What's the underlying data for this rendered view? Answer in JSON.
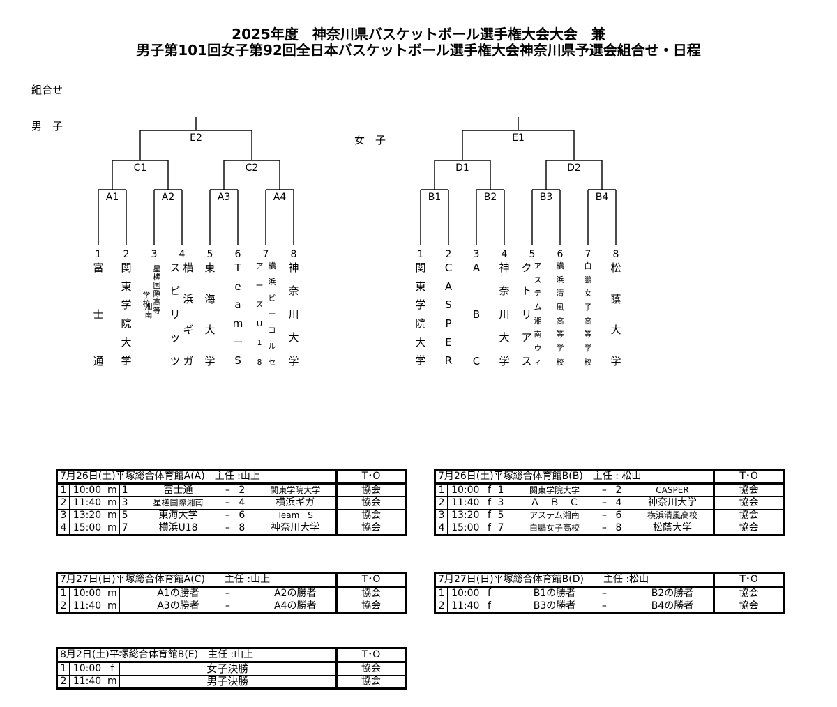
{
  "title_line1": "2025年度　神奈川県バスケットボール選手権大会大会　兼",
  "title_line2": "男子第101回女子第92回全日本バスケットボール選手権大会神奈川県予選会組合せ・日程",
  "section_label": "組合せ",
  "men_label": "男　子",
  "women_label": "女　子",
  "men_bracket": {
    "final": "E2",
    "semis": [
      "C1",
      "C2"
    ],
    "firsts": [
      "A1",
      "A2",
      "A3",
      "A4"
    ],
    "numbers": [
      "1",
      "2",
      "3",
      "4",
      "5",
      "6",
      "7",
      "8"
    ],
    "teams": [
      [
        "富",
        "士",
        "通"
      ],
      [
        "関",
        "東",
        "学",
        "院",
        "大",
        "学"
      ],
      [
        "星",
        "槎",
        "国",
        "際",
        "湘",
        "南",
        "高",
        "等",
        "学",
        "校"
      ],
      [
        "ス",
        "ピ",
        "リ",
        "ッ",
        "ツ"
      ],
      [
        "横",
        "浜",
        "ギ",
        "ガ"
      ],
      [
        "東",
        "海",
        "大",
        "学"
      ],
      [
        "T",
        "e",
        "a",
        "m",
        "ー",
        "S"
      ],
      [
        "ア",
        "ー",
        "ズ",
        "U",
        "1",
        "8"
      ],
      [
        "横",
        "浜",
        "ビ",
        "ー",
        "コ",
        "ル",
        "セ"
      ],
      [
        "神",
        "奈",
        "川",
        "大",
        "学"
      ]
    ]
  },
  "women_bracket": {
    "final": "E1",
    "semis": [
      "D1",
      "D2"
    ],
    "firsts": [
      "B1",
      "B2",
      "B3",
      "B4"
    ],
    "numbers": [
      "1",
      "2",
      "3",
      "4",
      "5",
      "6",
      "7",
      "8"
    ],
    "teams": [
      [
        "関",
        "東",
        "学",
        "院",
        "大",
        "学"
      ],
      [
        "C",
        "A",
        "S",
        "P",
        "E",
        "R"
      ],
      [
        "A",
        "B",
        "C"
      ],
      [
        "神",
        "奈",
        "川",
        "大",
        "学"
      ],
      [
        "ク",
        "ト",
        "リ",
        "ア",
        "ス"
      ],
      [
        "ア",
        "ス",
        "テ",
        "ム",
        "湘",
        "南",
        "ウ",
        "ィ"
      ],
      [
        "横",
        "浜",
        "清",
        "風",
        "高",
        "等",
        "学",
        "校"
      ],
      [
        "白",
        "鵬",
        "女",
        "子",
        "高",
        "等",
        "学",
        "校"
      ],
      [
        "松",
        "蔭",
        "大",
        "学"
      ]
    ]
  },
  "schedules": [
    {
      "header": "7月26日(土)平塚総合体育館A(A)　主任 :山上",
      "to_header": "T･O",
      "rows": [
        {
          "no": "1",
          "time": "10:00",
          "g": "m",
          "a": "1",
          "home": "富士通",
          "dash": "–",
          "b": "2",
          "away": "関東学院大学",
          "to": "協会"
        },
        {
          "no": "2",
          "time": "11:40",
          "g": "m",
          "a": "3",
          "home": "星槎国際湘南",
          "dash": "–",
          "b": "4",
          "away": "横浜ギガ",
          "to": "協会"
        },
        {
          "no": "3",
          "time": "13:20",
          "g": "m",
          "a": "5",
          "home": "東海大学",
          "dash": "–",
          "b": "6",
          "away": "Team一S",
          "to": "協会"
        },
        {
          "no": "4",
          "time": "15:00",
          "g": "m",
          "a": "7",
          "home": "横浜U18",
          "dash": "–",
          "b": "8",
          "away": "神奈川大学",
          "to": "協会"
        }
      ]
    },
    {
      "header": "7月26日(土)平塚総合体育館B(B)　主任 : 松山",
      "to_header": "T･O",
      "rows": [
        {
          "no": "1",
          "time": "10:00",
          "g": "f",
          "a": "1",
          "home": "関東学院大学",
          "dash": "–",
          "b": "2",
          "away": "CASPER",
          "to": "協会"
        },
        {
          "no": "2",
          "time": "11:40",
          "g": "f",
          "a": "3",
          "home": "Ａ　Ｂ　Ｃ",
          "dash": "–",
          "b": "4",
          "away": "神奈川大学",
          "to": "協会"
        },
        {
          "no": "3",
          "time": "13:20",
          "g": "f",
          "a": "5",
          "home": "アステム湘南",
          "dash": "–",
          "b": "6",
          "away": "横浜清風高校",
          "to": "協会"
        },
        {
          "no": "4",
          "time": "15:00",
          "g": "f",
          "a": "7",
          "home": "白鵬女子高校",
          "dash": "–",
          "b": "8",
          "away": "松蔭大学",
          "to": "協会"
        }
      ]
    },
    {
      "header": "7月27日(日)平塚総合体育館A(C)　　主任 :山上",
      "to_header": "T･O",
      "rows": [
        {
          "no": "1",
          "time": "10:00",
          "g": "m",
          "a": "",
          "home": "A1の勝者",
          "dash": "–",
          "b": "",
          "away": "A2の勝者",
          "to": "協会"
        },
        {
          "no": "2",
          "time": "11:40",
          "g": "m",
          "a": "",
          "home": "A3の勝者",
          "dash": "–",
          "b": "",
          "away": "A4の勝者",
          "to": "協会"
        }
      ]
    },
    {
      "header": "7月27日(日)平塚総合体育館B(D)　　主任 :松山",
      "to_header": "T･O",
      "rows": [
        {
          "no": "1",
          "time": "10:00",
          "g": "f",
          "a": "",
          "home": "B1の勝者",
          "dash": "–",
          "b": "",
          "away": "B2の勝者",
          "to": "協会"
        },
        {
          "no": "2",
          "time": "11:40",
          "g": "f",
          "a": "",
          "home": "B3の勝者",
          "dash": "–",
          "b": "",
          "away": "B4の勝者",
          "to": "協会"
        }
      ]
    },
    {
      "header": "8月2日(土)平塚総合体育館B(E)　主任 :山上",
      "to_header": "T･O",
      "rows": [
        {
          "no": "1",
          "time": "10:00",
          "g": "f",
          "a": "",
          "home": "女子決勝",
          "dash": "",
          "b": "",
          "away": "",
          "to": "協会"
        },
        {
          "no": "2",
          "time": "11:40",
          "g": "m",
          "a": "",
          "home": "男子決勝",
          "dash": "",
          "b": "",
          "away": "",
          "to": "協会"
        }
      ]
    }
  ]
}
